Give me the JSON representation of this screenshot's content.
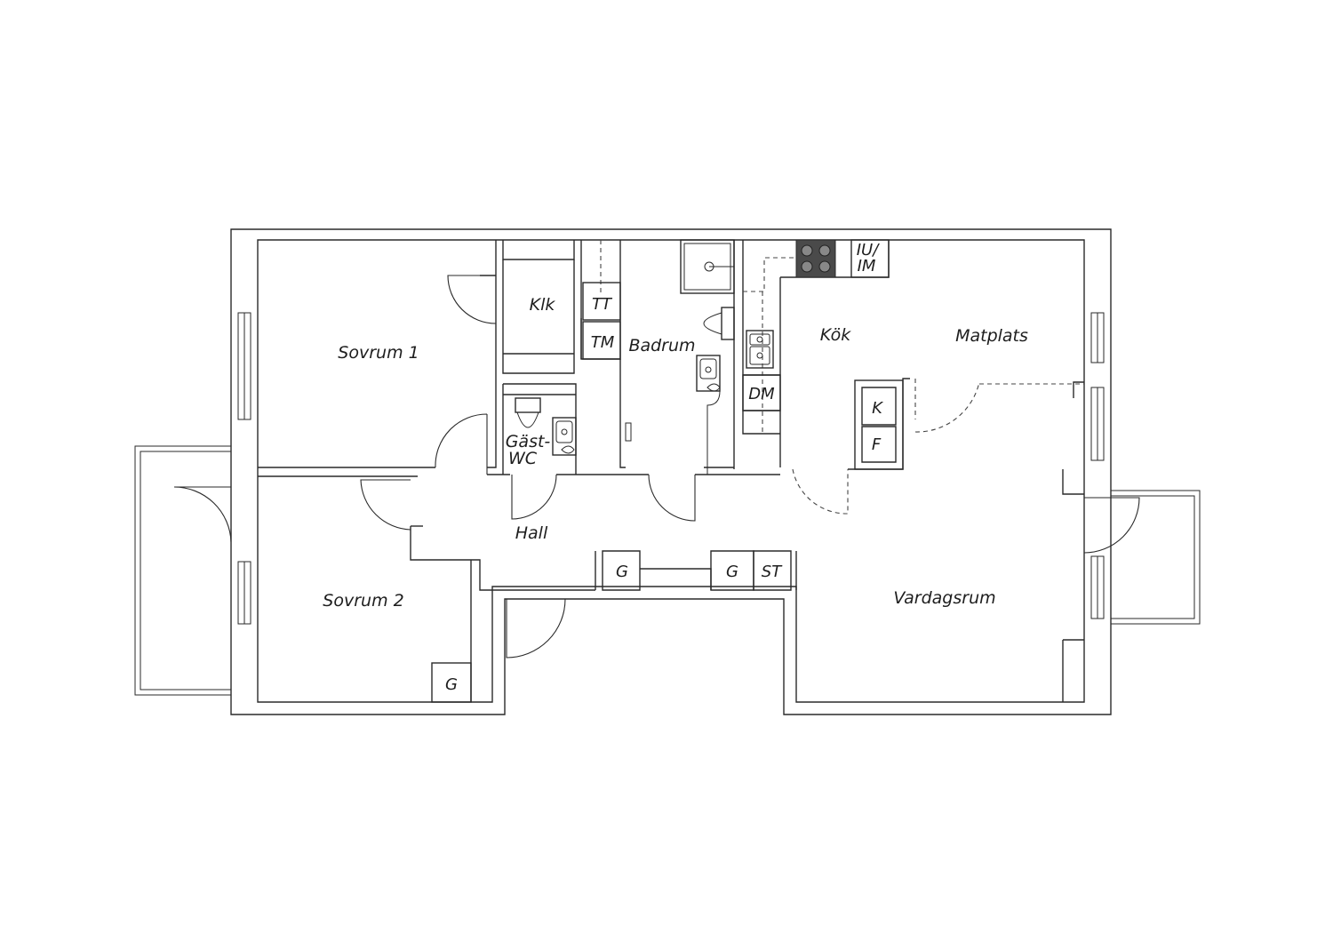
{
  "rooms": {
    "sovrum1": "Sovrum 1",
    "sovrum2": "Sovrum 2",
    "klk": "Klk",
    "gast_wc_line1": "Gäst-",
    "gast_wc_line2": "WC",
    "hall": "Hall",
    "badrum": "Badrum",
    "kok": "Kök",
    "matplats": "Matplats",
    "vardagsrum": "Vardagsrum"
  },
  "fixtures": {
    "tt": "TT",
    "tm": "TM",
    "dm": "DM",
    "iu_line1": "IU/",
    "iu_line2": "IM",
    "k": "K",
    "f": "F",
    "g_sovrum2": "G",
    "g_hall_left": "G",
    "g_hall_right": "G",
    "st": "ST"
  },
  "colors": {
    "line": "#2a2a2a",
    "stove": "#4a4a4a",
    "background": "#ffffff"
  }
}
